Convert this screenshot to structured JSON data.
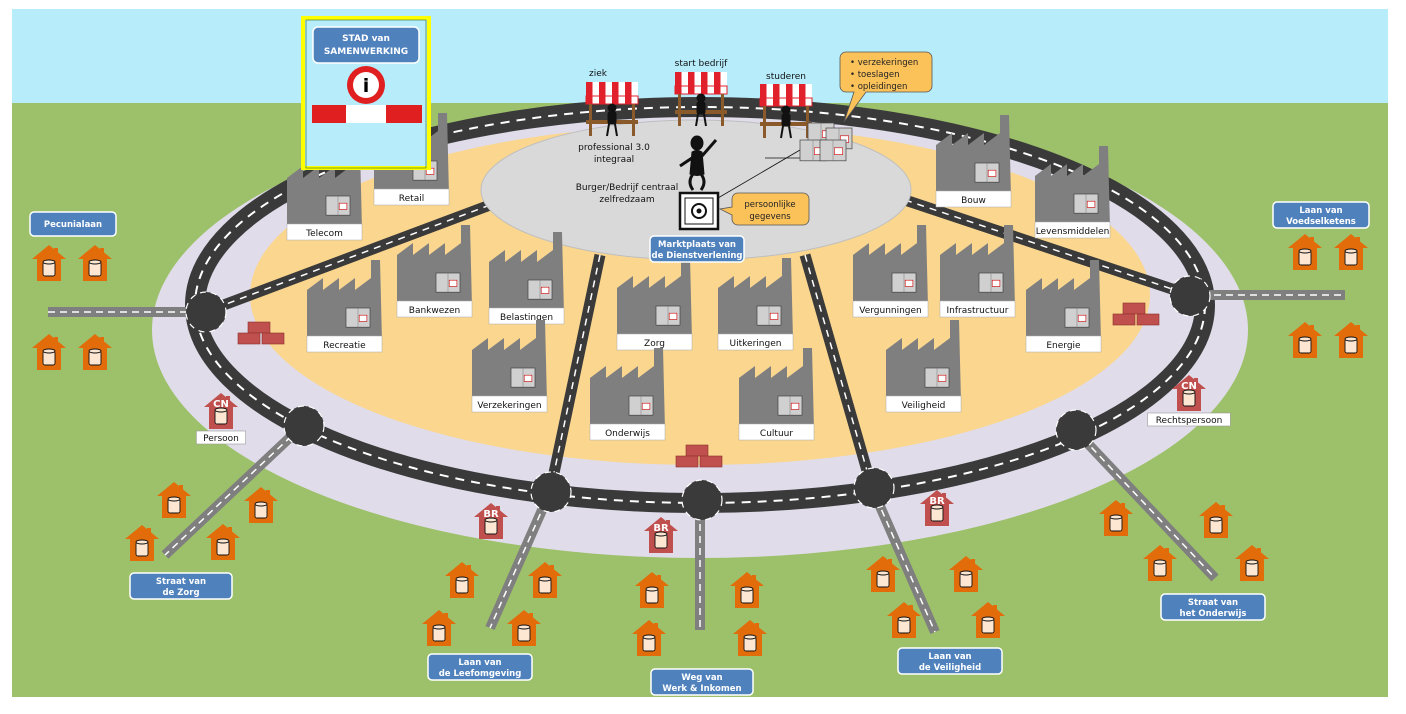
{
  "title_sign": {
    "line1": "STAD van",
    "line2": "SAMENWERKING",
    "icon": "info-icon"
  },
  "marketplace": {
    "label_line1": "Marktplaats van",
    "label_line2": "de Dienstverlening",
    "stalls": [
      {
        "label": "ziek"
      },
      {
        "label": "start bedrijf"
      },
      {
        "label": "studeren"
      }
    ],
    "professional_line1": "professional 3.0",
    "professional_line2": "integraal",
    "citizen_line1": "Burger/Bedrijf centraal",
    "citizen_line2": "zelfredzaam",
    "safe_callout_line1": "persoonlijke",
    "safe_callout_line2": "gegevens",
    "services_callout": [
      "verzekeringen",
      "toeslagen",
      "opleidingen"
    ]
  },
  "factories": [
    {
      "label": "Telecom"
    },
    {
      "label": "Retail"
    },
    {
      "label": "Bankwezen"
    },
    {
      "label": "Belastingen"
    },
    {
      "label": "Recreatie"
    },
    {
      "label": "Verzekeringen"
    },
    {
      "label": "Zorg"
    },
    {
      "label": "Uitkeringen"
    },
    {
      "label": "Onderwijs"
    },
    {
      "label": "Cultuur"
    },
    {
      "label": "Vergunningen"
    },
    {
      "label": "Infrastructuur"
    },
    {
      "label": "Veiligheid"
    },
    {
      "label": "Energie"
    },
    {
      "label": "Bouw"
    },
    {
      "label": "Levensmiddelen"
    }
  ],
  "registries": [
    {
      "badge": "CN",
      "label": "Persoon"
    },
    {
      "badge": "CN",
      "label": "Rechtspersoon"
    },
    {
      "badge": "BR",
      "label": ""
    },
    {
      "badge": "BR",
      "label": ""
    },
    {
      "badge": "BR",
      "label": ""
    }
  ],
  "streets": [
    {
      "line1": "Pecunialaan",
      "line2": ""
    },
    {
      "line1": "Laan van",
      "line2": "Voedselketens"
    },
    {
      "line1": "Straat van",
      "line2": "de Zorg"
    },
    {
      "line1": "Laan van",
      "line2": "de Leefomgeving"
    },
    {
      "line1": "Weg van",
      "line2": "Werk & Inkomen"
    },
    {
      "line1": "Laan van",
      "line2": "de Veiligheid"
    },
    {
      "line1": "Straat van",
      "line2": "het Onderwijs"
    }
  ],
  "colors": {
    "sky": "#b7ecfb",
    "grass": "#9dc16a",
    "outer_ring": "#e0dcea",
    "inner_area": "#fad68f",
    "plaza": "#d9d9d9",
    "road": "#3a3a3a",
    "factory": "#7f7f7f",
    "house": "#e36c0a",
    "registry_house": "#c0504d",
    "street_sign": "#4f81bd",
    "callout": "#fbc25a",
    "awning_red": "#e0202a",
    "brick": "#c0504d"
  }
}
